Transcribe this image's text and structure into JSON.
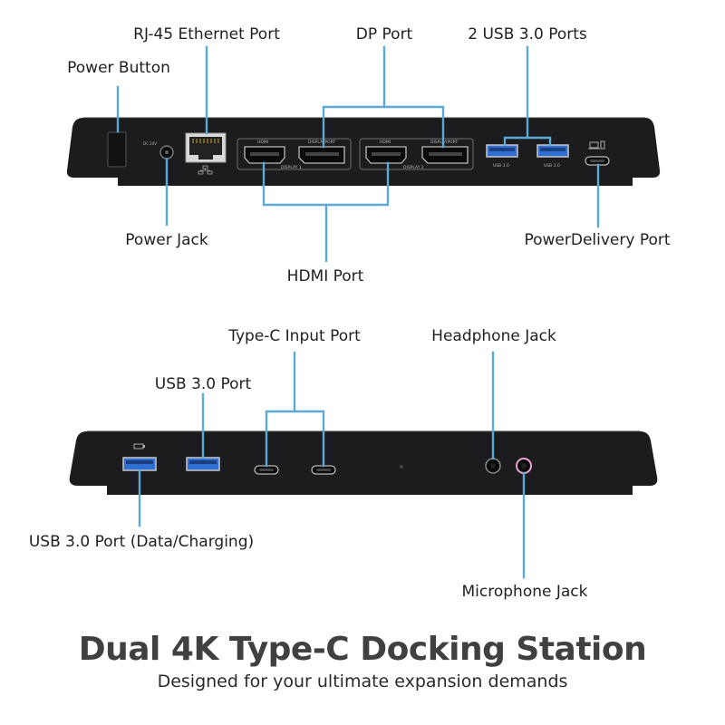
{
  "top_view": {
    "labels": {
      "rj45": "RJ-45 Ethernet Port",
      "dp": "DP Port",
      "usb2": "2 USB 3.0 Ports",
      "power_button": "Power Button",
      "power_jack": "Power Jack",
      "pd": "PowerDelivery Port",
      "hdmi": "HDMI Port"
    },
    "port_text": {
      "dc": "DC 20V",
      "hdmi": "HDMI",
      "displayport": "DISPLAYPORT",
      "display1": "DISPLAY 1",
      "display2": "DISPLAY 2",
      "usb": "USB 3.0"
    }
  },
  "bottom_view": {
    "labels": {
      "typec": "Type-C Input Port",
      "headphone": "Headphone Jack",
      "usb_single": "USB 3.0 Port",
      "usb_charging": "USB 3.0 Port (Data/Charging)",
      "mic": "Microphone Jack"
    }
  },
  "footer": {
    "title": "Dual 4K Type-C Docking Station",
    "subtitle": "Designed for your ultimate expansion demands"
  },
  "colors": {
    "leader": "#5aa9d6",
    "device_body": "#1c1c1e",
    "usb_blue": "#2f6fd4",
    "mic_pink": "#e7a5d3"
  }
}
